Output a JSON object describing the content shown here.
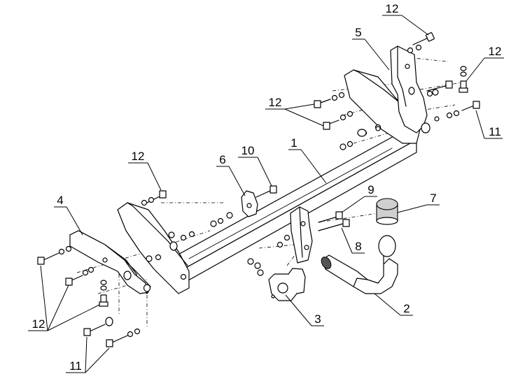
{
  "labels": {
    "main_beam": "1",
    "tow_ball": "2",
    "socket_plate": "3",
    "left_bracket": "4",
    "right_bracket": "5",
    "center_plate": "6",
    "ball_cover": "7",
    "bolt_8": "8",
    "bolt_9": "9",
    "bolt_10": "10",
    "bolt_11_right": "11",
    "bolt_11_left": "11",
    "bolt_12_top": "12",
    "bolt_12_upper_right": "12",
    "bolt_12_mid": "12",
    "bolt_12_left_top": "12",
    "bolt_12_left_bottom": "12"
  },
  "colors": {
    "line": "#000000",
    "background": "#ffffff",
    "shade": "#cfcfcf"
  }
}
